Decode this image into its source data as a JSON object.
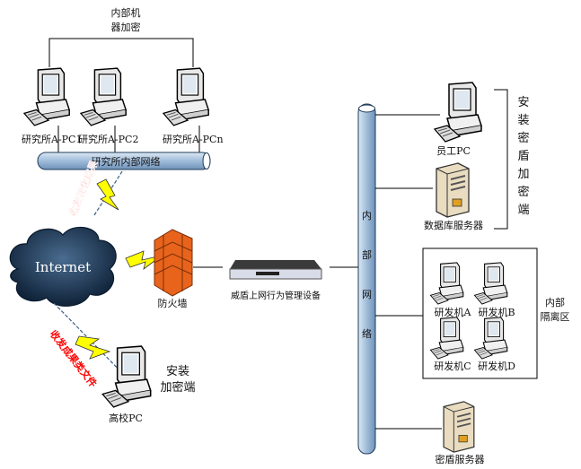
{
  "top_group": {
    "label_line1": "内部机",
    "label_line2": "器加密",
    "pcs": [
      {
        "label": "研究所A-PC1"
      },
      {
        "label": "研究所A-PC2"
      },
      {
        "label": "研究所A-PCn"
      }
    ]
  },
  "institute_network": {
    "label": "研究所内部网络"
  },
  "link_top": {
    "label": "收发转化成果"
  },
  "internet": {
    "label": "Internet"
  },
  "firewall": {
    "label": "防火墙"
  },
  "gateway": {
    "label": "威盾上网行为管理设备"
  },
  "internal_network": {
    "chars": [
      "内",
      "部",
      "网",
      "络"
    ]
  },
  "employee_pc": {
    "label": "员工PC"
  },
  "db_server": {
    "label": "数据库服务器"
  },
  "encrypt_bracket": {
    "chars": [
      "安",
      "装",
      "密",
      "盾",
      "加",
      "密",
      "端"
    ]
  },
  "isolation_zone": {
    "label_line1": "内部",
    "label_line2": "隔离区",
    "pcs": [
      {
        "label": "研发机A"
      },
      {
        "label": "研发机B"
      },
      {
        "label": "研发机C"
      },
      {
        "label": "研发机D"
      }
    ]
  },
  "mdun_server": {
    "label": "密盾服务器"
  },
  "university_pc": {
    "label": "高校PC",
    "note_line1": "安装",
    "note_line2": "加密端"
  },
  "link_bottom": {
    "label": "收发成果类文件"
  },
  "colors": {
    "pipe": "#a9c4e0",
    "pipe_stroke": "#1f3b5a",
    "red_text": "#ff0000",
    "bolt": "#ffff00",
    "firewall": "#e8641c",
    "cloud": "#1e3a5a"
  }
}
